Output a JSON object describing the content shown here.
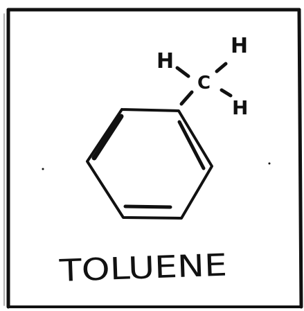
{
  "diagram": {
    "caption": "TOLUENE",
    "atoms": {
      "carbon": "C",
      "hydrogen_left": "H",
      "hydrogen_top_right": "H",
      "hydrogen_bottom_right": "H"
    },
    "colors": {
      "ink": "#111111",
      "background": "#ffffff"
    }
  }
}
